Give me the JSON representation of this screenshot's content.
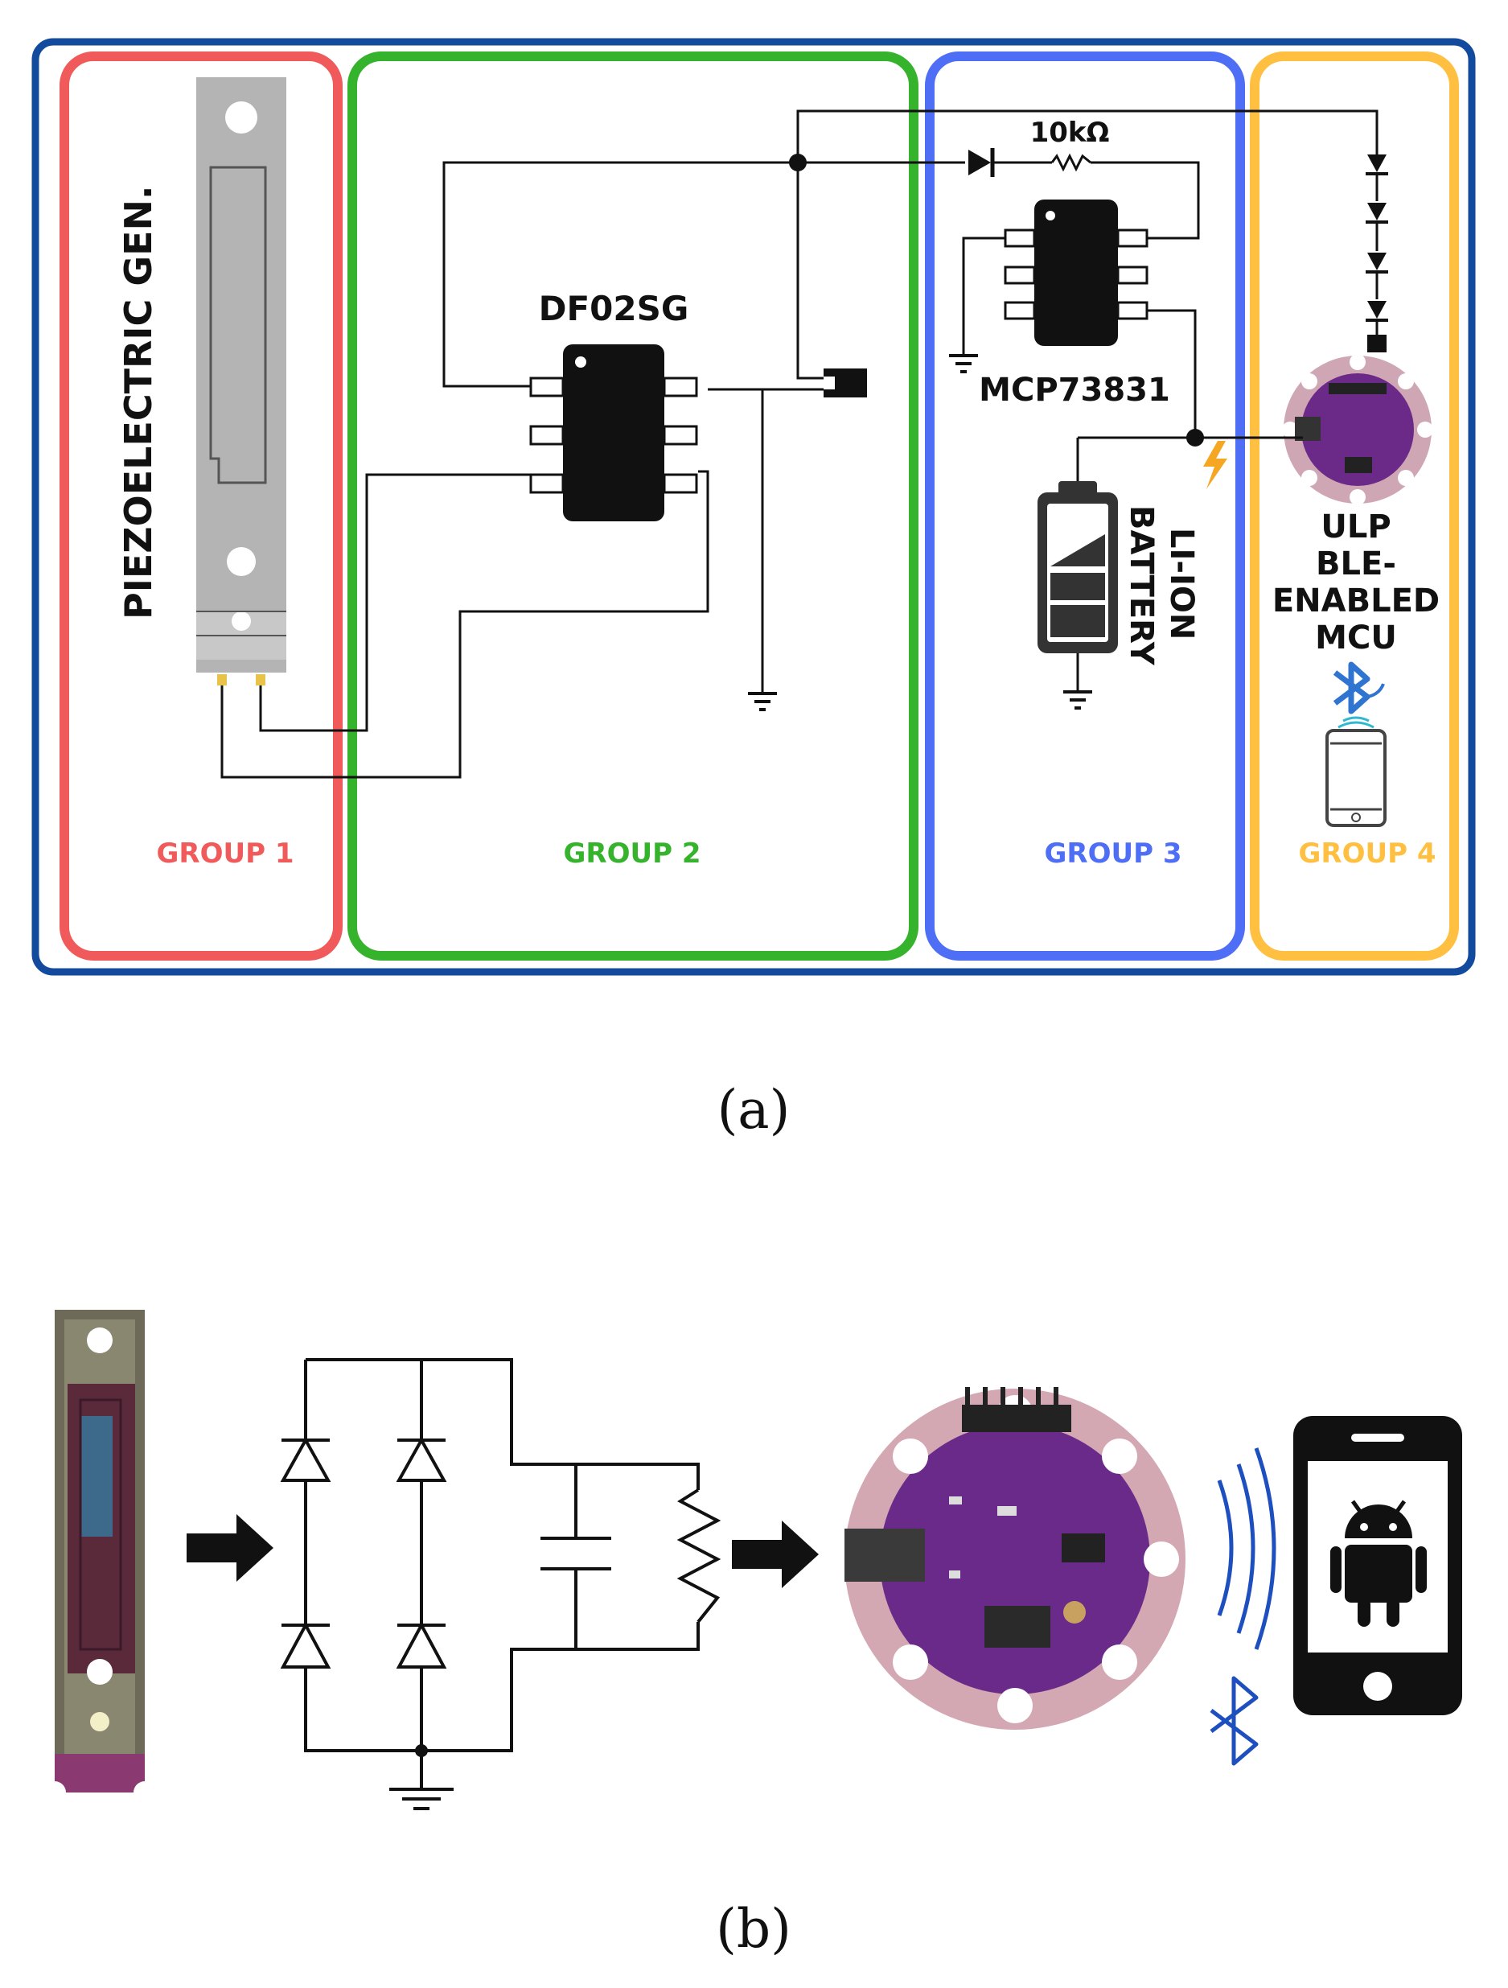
{
  "diagram_a": {
    "caption": "(a)",
    "groups": [
      {
        "label": "GROUP 1",
        "color": "#f05a5a"
      },
      {
        "label": "GROUP 2",
        "color": "#35b32c"
      },
      {
        "label": "GROUP 3",
        "color": "#4d6ef5"
      },
      {
        "label": "GROUP 4",
        "color": "#ffbf40"
      }
    ],
    "outer_border_color": "#124a9e",
    "piezo_label": "PIEZOELECTRIC GEN.",
    "rectifier_label": "DF02SG",
    "resistor_label": "10kΩ",
    "charger_label": "MCP73831",
    "battery_label_line1": "LI-ION",
    "battery_label_line2": "BATTERY",
    "mcu_label_lines": [
      "ULP",
      "BLE-",
      "ENABLED",
      "MCU"
    ],
    "icons": [
      "bluetooth-icon",
      "smartphone-icon",
      "lightning-icon",
      "ground-icon",
      "diode-icon",
      "led-icon"
    ]
  },
  "diagram_b": {
    "caption": "(b)",
    "icons": [
      "arrow-right-icon",
      "bluetooth-icon",
      "wireless-waves-icon",
      "android-phone-icon",
      "ground-icon"
    ]
  }
}
